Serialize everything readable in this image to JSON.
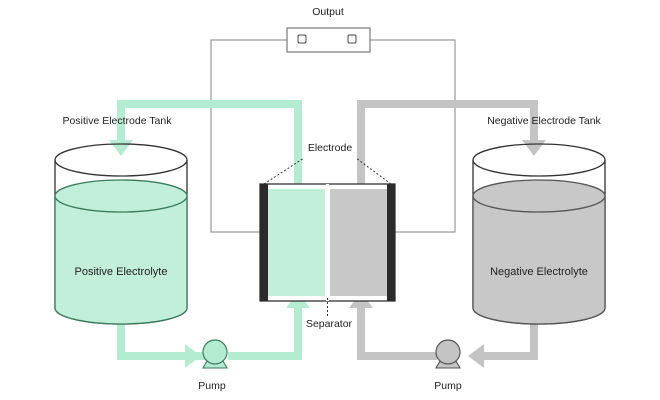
{
  "labels": {
    "output": "Output",
    "positive_tank": "Positive Electrode Tank",
    "negative_tank": "Negative Electrode Tank",
    "electrode": "Electrode",
    "separator": "Separator",
    "positive_electrolyte": "Positive Electrolyte",
    "negative_electrolyte": "Negative Electrolyte",
    "pump_left": "Pump",
    "pump_right": "Pump"
  },
  "colors": {
    "positive": "#b3ecd0",
    "positive_liquid": "#c2efd9",
    "positive_stroke": "#3a7d5c",
    "negative": "#c4c4c4",
    "negative_liquid": "#c8c8c8",
    "negative_stroke": "#555555",
    "wire": "#9a9a9a",
    "electrode_plate": "#2b2b2b"
  }
}
